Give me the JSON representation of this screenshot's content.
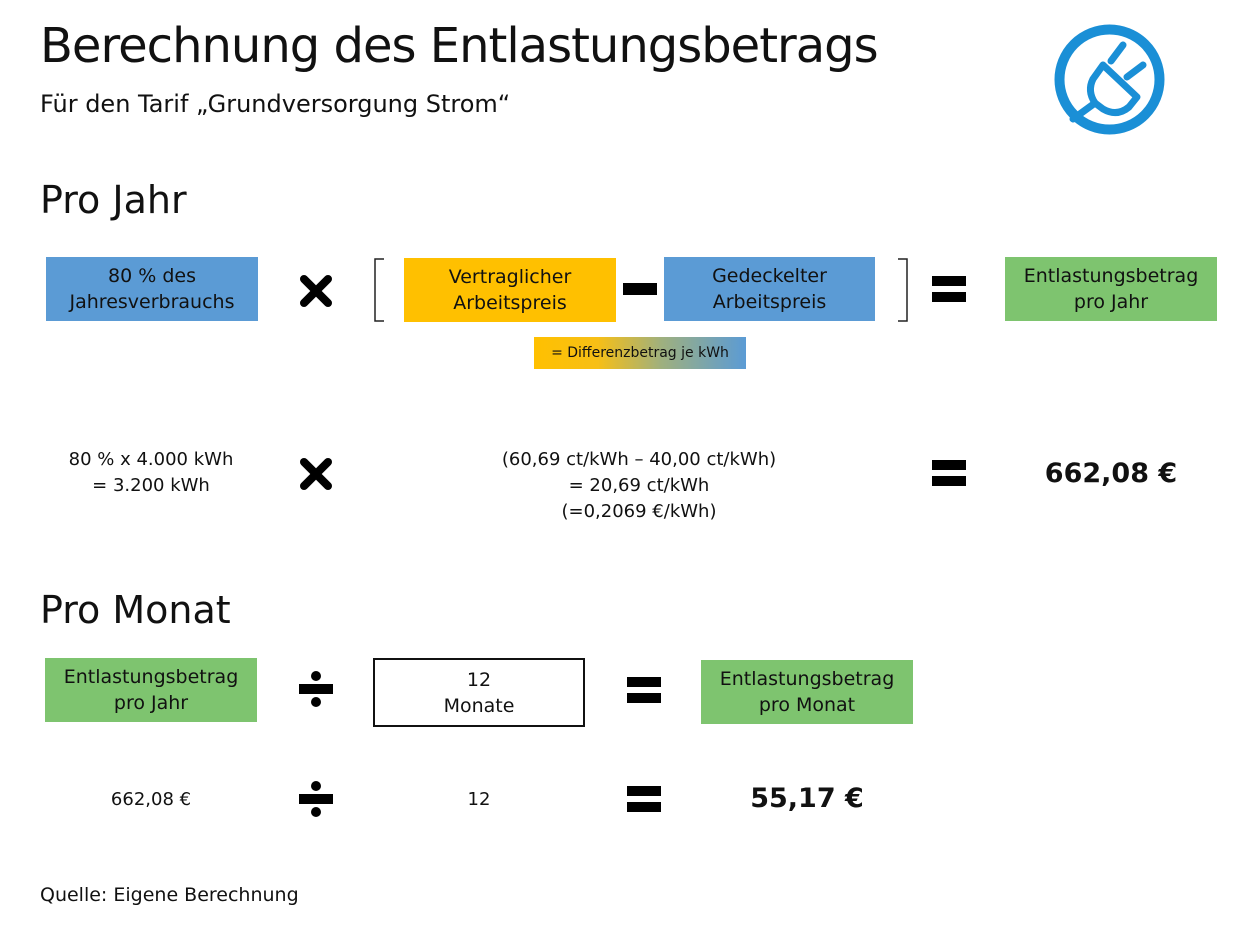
{
  "header": {
    "title": "Berechnung des Entlastungsbetrags",
    "subtitle": "Für den Tarif „Grundversorgung Strom“",
    "logo_icon": "plug-icon",
    "logo_color": "#1a8fd6"
  },
  "colors": {
    "blue": "#5b9bd5",
    "orange": "#ffc000",
    "green": "#7ec46f"
  },
  "pro_jahr": {
    "heading": "Pro Jahr",
    "formula": {
      "box_verbrauch": "80 % des\nJahresverbrauchs",
      "operator_1": "multiply-icon",
      "box_vertraglich": "Vertraglicher\nArbeitspreis",
      "operator_2": "minus-icon",
      "box_gedeckelt": "Gedeckelter\nArbeitspreis",
      "operator_3": "equals-icon",
      "box_ergebnis": "Entlastungsbetrag\npro Jahr",
      "note_differenz": "= Differenzbetrag je kWh"
    },
    "calculation": {
      "verbrauch": "80 % x 4.000 kWh\n= 3.200 kWh",
      "differenz": "(60,69 ct/kWh – 40,00 ct/kWh)\n= 20,69 ct/kWh\n(=0,2069 €/kWh)",
      "ergebnis": "662,08 €"
    }
  },
  "pro_monat": {
    "heading": "Pro Monat",
    "formula": {
      "box_jahr": "Entlastungsbetrag\npro Jahr",
      "operator_1": "divide-icon",
      "box_monate": "12\nMonate",
      "operator_2": "equals-icon",
      "box_ergebnis": "Entlastungsbetrag\npro Monat"
    },
    "calculation": {
      "jahr": "662,08 €",
      "monate": "12",
      "ergebnis": "55,17 €"
    }
  },
  "footer": {
    "source": "Quelle: Eigene Berechnung"
  }
}
